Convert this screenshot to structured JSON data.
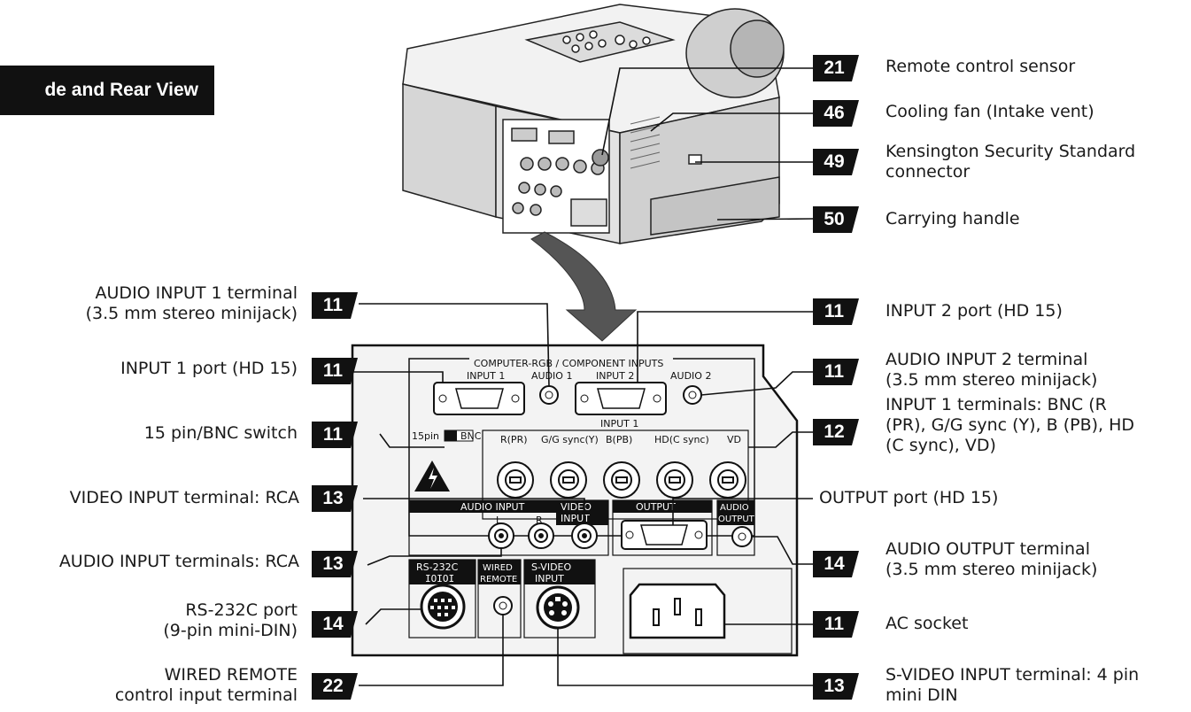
{
  "header": {
    "title": "de and Rear View"
  },
  "panel": {
    "group_label": "COMPUTER-RGB / COMPONENT INPUTS",
    "input1": "INPUT 1",
    "input2": "INPUT 2",
    "audio1": "AUDIO 1",
    "audio2": "AUDIO 2",
    "switch_15pin": "15pin",
    "switch_bnc": "BNC",
    "bnc_group": "INPUT 1",
    "bnc_r": "R(PR)",
    "bnc_g": "G/G sync(Y)",
    "bnc_b": "B(PB)",
    "bnc_hd": "HD(C sync)",
    "bnc_vd": "VD",
    "audio_input": "AUDIO INPUT",
    "audio_l": "L",
    "audio_r": "R",
    "video_input_1": "VIDEO",
    "video_input_2": "INPUT",
    "output": "OUTPUT",
    "audio_output_1": "AUDIO",
    "audio_output_2": "OUTPUT",
    "rs232c": "RS-232C",
    "rs232c_symbol": "IOIOI",
    "wired_1": "WIRED",
    "wired_2": "REMOTE",
    "svideo_1": "S-VIDEO",
    "svideo_2": "INPUT"
  },
  "callouts": [
    {
      "id": "remote-control-sensor",
      "badge": "21",
      "lines": [
        "Remote control sensor"
      ]
    },
    {
      "id": "cooling-fan",
      "badge": "46",
      "lines": [
        "Cooling fan (Intake vent)"
      ]
    },
    {
      "id": "kensington",
      "badge": "49",
      "lines": [
        "Kensington Security Standard",
        "connector"
      ]
    },
    {
      "id": "carrying-handle",
      "badge": "50",
      "lines": [
        "Carrying handle"
      ]
    },
    {
      "id": "audio-input-1",
      "badge": "11",
      "lines": [
        "AUDIO INPUT 1 terminal",
        "(3.5 mm stereo minijack)"
      ]
    },
    {
      "id": "input-2-port",
      "badge": "11",
      "lines": [
        "INPUT 2 port (HD 15)"
      ]
    },
    {
      "id": "input-1-port",
      "badge": "11",
      "lines": [
        "INPUT 1 port (HD 15)"
      ]
    },
    {
      "id": "audio-input-2",
      "badge": "11",
      "lines": [
        "AUDIO INPUT 2  terminal",
        "(3.5 mm stereo minijack)"
      ]
    },
    {
      "id": "bnc-switch",
      "badge": "11",
      "lines": [
        "15 pin/BNC switch"
      ]
    },
    {
      "id": "input-1-terminals",
      "badge": "12",
      "lines": [
        "INPUT 1 terminals: BNC (R",
        "(PR), G/G sync (Y), B (PB), HD",
        "(C sync), VD)"
      ]
    },
    {
      "id": "video-input",
      "badge": "13",
      "lines": [
        "VIDEO INPUT terminal: RCA"
      ]
    },
    {
      "id": "output-port",
      "badge": "",
      "lines": [
        "OUTPUT port (HD 15)"
      ]
    },
    {
      "id": "audio-input-rca",
      "badge": "13",
      "lines": [
        "AUDIO INPUT terminals: RCA"
      ]
    },
    {
      "id": "audio-output",
      "badge": "14",
      "lines": [
        "AUDIO OUTPUT terminal",
        "(3.5 mm stereo minijack)"
      ]
    },
    {
      "id": "rs232c-port",
      "badge": "14",
      "lines": [
        "RS-232C port",
        "(9-pin mini-DIN)"
      ]
    },
    {
      "id": "ac-socket",
      "badge": "11",
      "lines": [
        "AC socket"
      ]
    },
    {
      "id": "wired-remote",
      "badge": "22",
      "lines": [
        "WIRED REMOTE",
        "control input terminal"
      ]
    },
    {
      "id": "s-video-input",
      "badge": "13",
      "lines": [
        "S-VIDEO INPUT terminal: 4 pin",
        "mini DIN"
      ]
    }
  ]
}
